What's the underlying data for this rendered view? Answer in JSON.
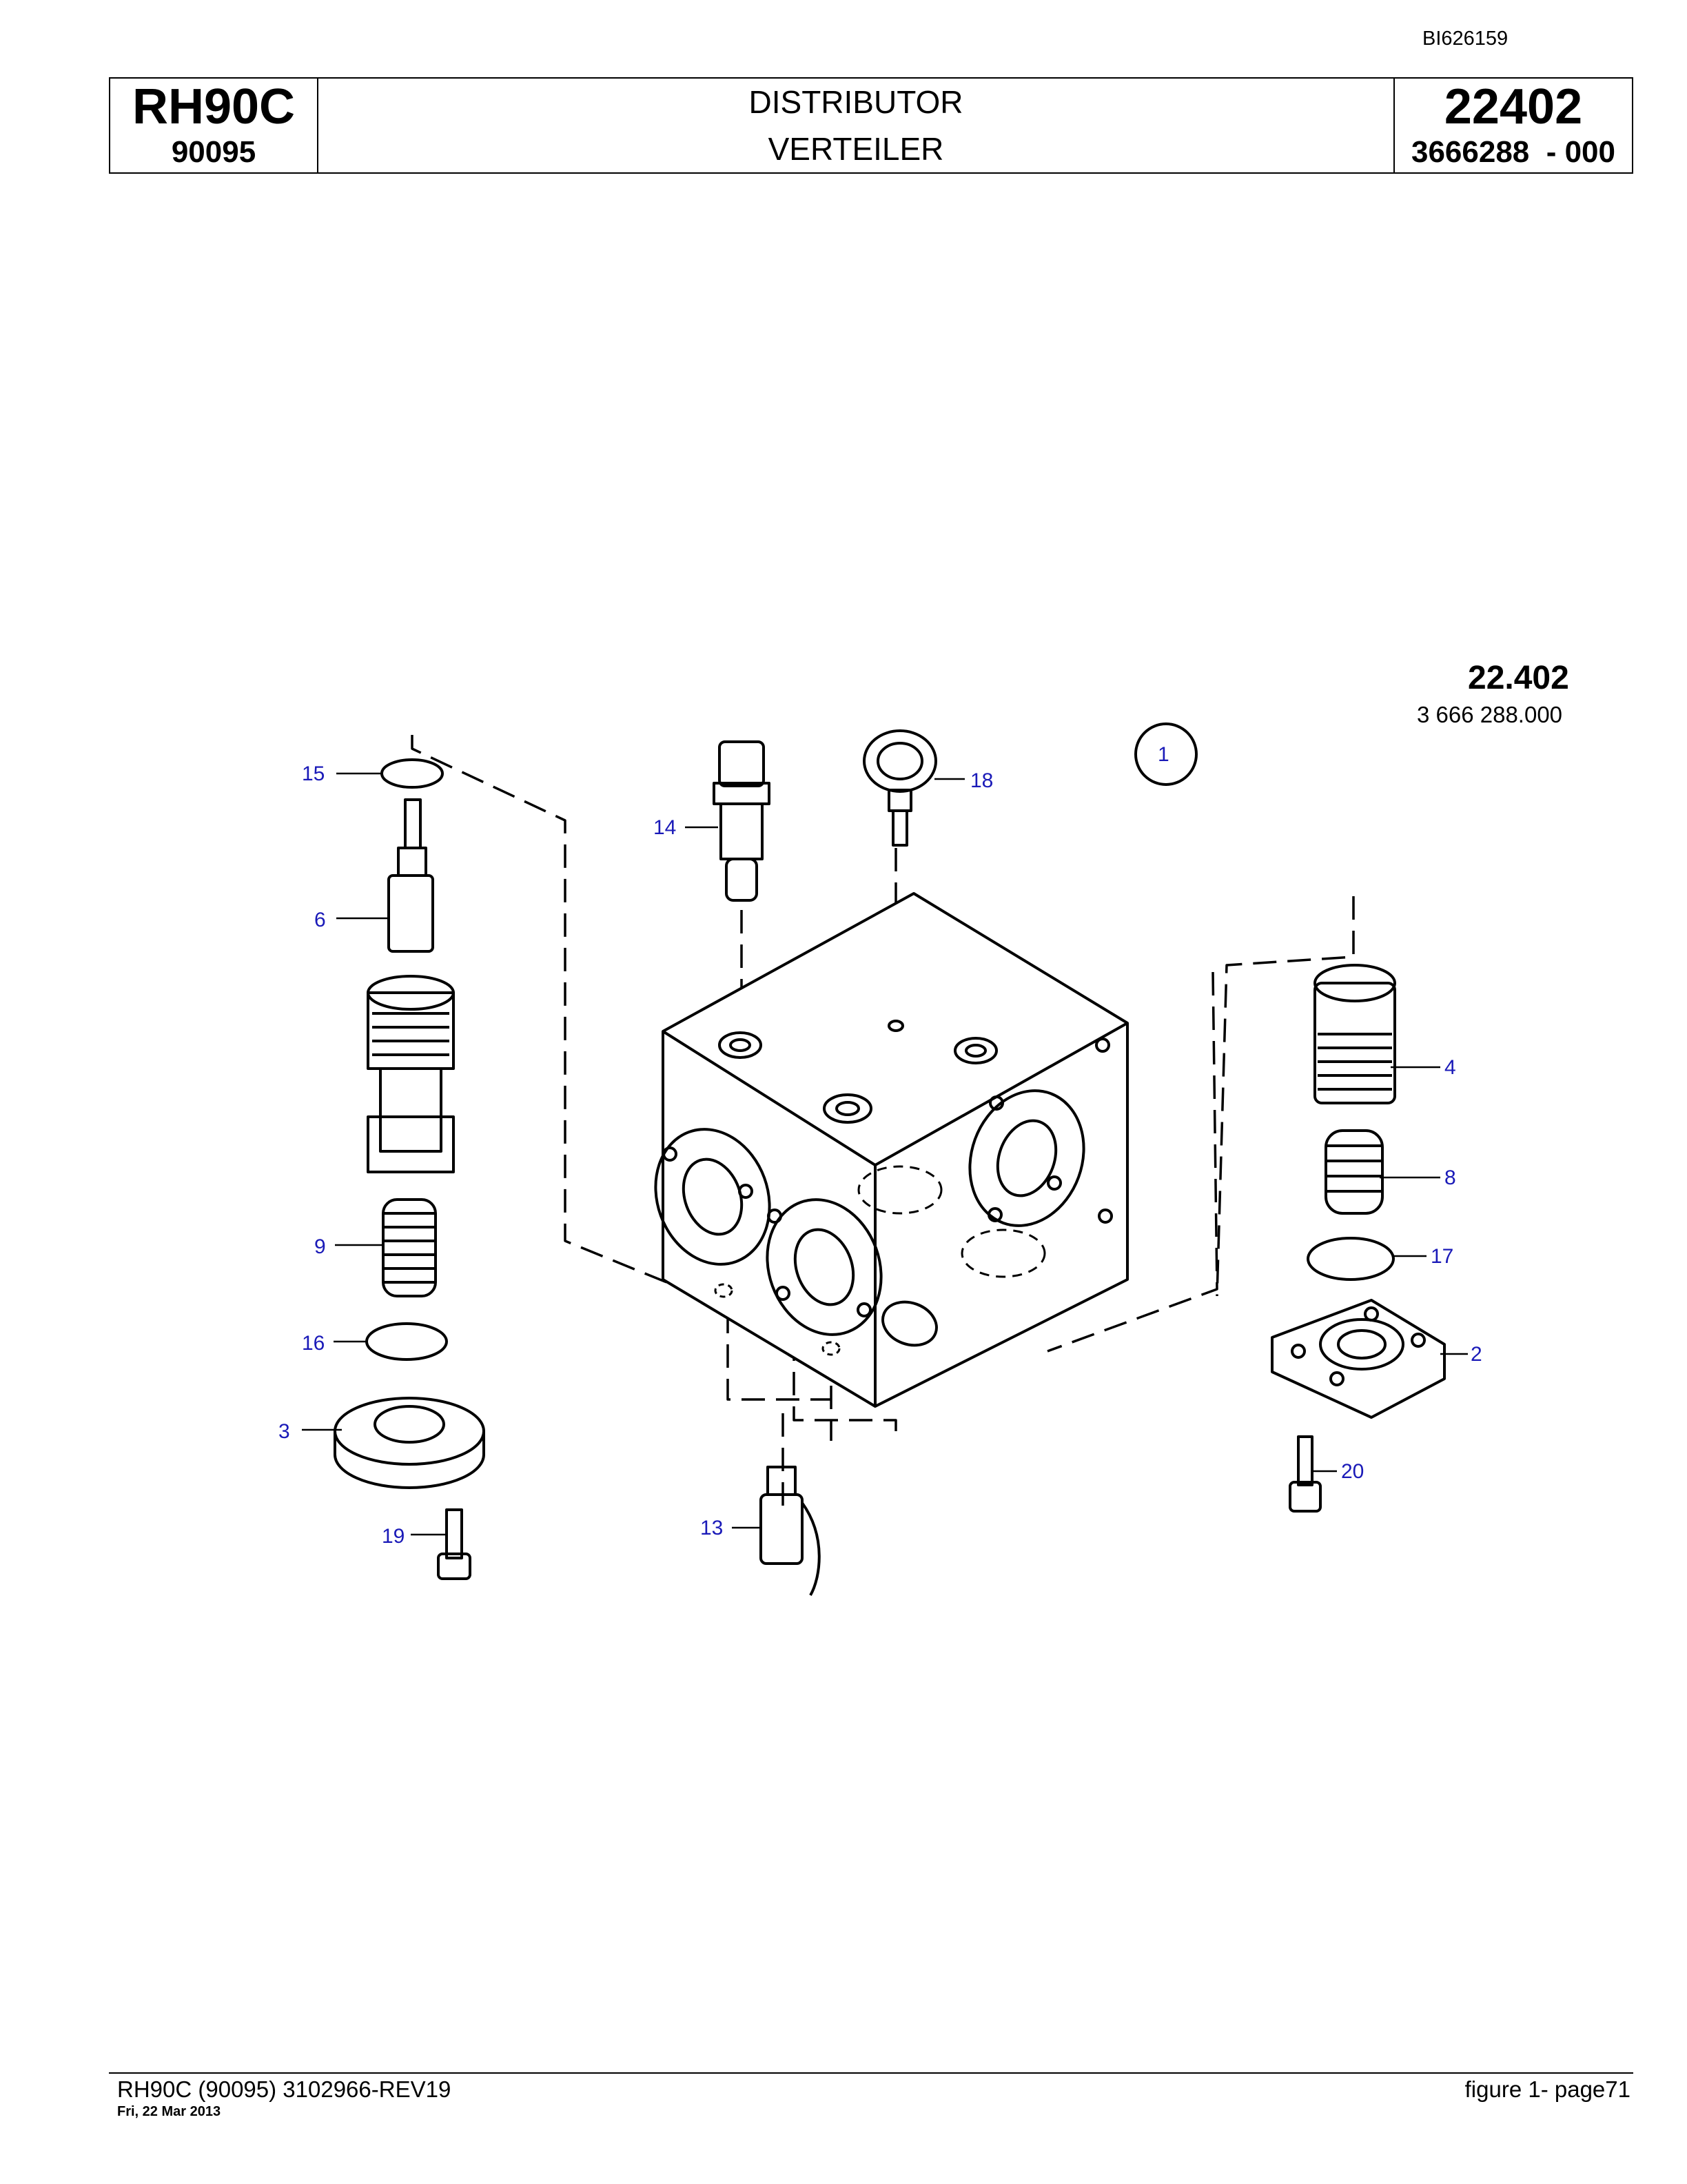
{
  "doc_id": "BI626159",
  "header": {
    "model": "RH90C",
    "model_code": "90095",
    "title_en": "DISTRIBUTOR",
    "title_de": "VERTEILER",
    "group_number": "22402",
    "part_number": "3666288  - 000"
  },
  "figure": {
    "number": "22.402",
    "code": "3 666 288.000",
    "circled_item": "1",
    "callouts": [
      {
        "id": "15",
        "label": "15"
      },
      {
        "id": "14",
        "label": "14"
      },
      {
        "id": "18",
        "label": "18"
      },
      {
        "id": "6",
        "label": "6"
      },
      {
        "id": "4",
        "label": "4"
      },
      {
        "id": "8",
        "label": "8"
      },
      {
        "id": "9",
        "label": "9"
      },
      {
        "id": "17",
        "label": "17"
      },
      {
        "id": "16",
        "label": "16"
      },
      {
        "id": "2",
        "label": "2"
      },
      {
        "id": "3",
        "label": "3"
      },
      {
        "id": "20",
        "label": "20"
      },
      {
        "id": "13",
        "label": "13"
      },
      {
        "id": "19",
        "label": "19"
      }
    ]
  },
  "footer": {
    "left": "RH90C (90095) 3102966-REV19",
    "date": "Fri, 22 Mar 2013",
    "right": "figure  1- page71"
  },
  "colors": {
    "callout": "#1a1ab8",
    "line": "#000000"
  }
}
